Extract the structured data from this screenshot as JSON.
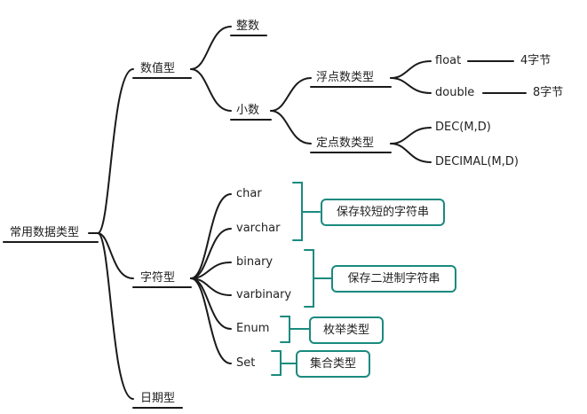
{
  "root": "常用数据类型",
  "branches": {
    "numeric": {
      "label": "数值型",
      "integer": "整数",
      "decimal": {
        "label": "小数",
        "float_type": {
          "label": "浮点数类型",
          "float": {
            "label": "float",
            "size": "4字节"
          },
          "double": {
            "label": "double",
            "size": "8字节"
          }
        },
        "fixed_type": {
          "label": "定点数类型",
          "dec": "DEC(M,D)",
          "decimal_md": "DECIMAL(M,D)"
        }
      }
    },
    "character": {
      "label": "字符型",
      "char": "char",
      "varchar": "varchar",
      "binary": "binary",
      "varbinary": "varbinary",
      "enum": "Enum",
      "set": "Set",
      "notes": {
        "short_string": "保存较短的字符串",
        "binary_string": "保存二进制字符串",
        "enum_type": "枚举类型",
        "set_type": "集合类型"
      }
    },
    "date": {
      "label": "日期型"
    }
  },
  "colors": {
    "line": "#1a1a1a",
    "accent": "#1a8a7e"
  }
}
